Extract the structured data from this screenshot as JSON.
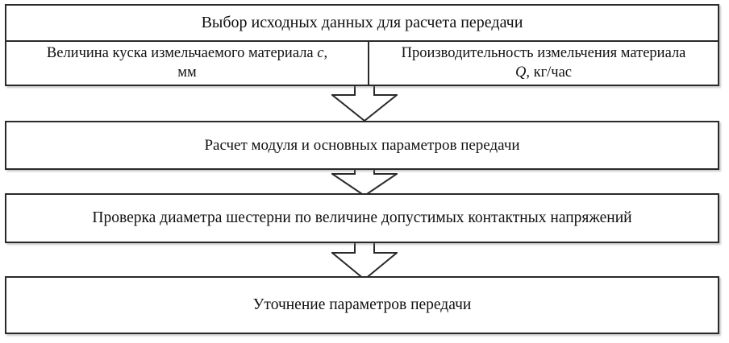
{
  "diagram": {
    "title": "Выбор исходных данных для расчета передачи",
    "top_box": {
      "header": "Выбор исходных данных для расчета передачи",
      "cells": [
        {
          "text_before": "Величина куска измельчаемого материала ",
          "symbol": "c",
          "text_after": ",\nмм",
          "full_text": "Величина куска измельчаемого материала c, мм"
        },
        {
          "text_before": "Производительность измельчения материала\n",
          "symbol": "Q",
          "text_after": ", кг/час",
          "full_text": "Производительность измельчения материала Q, кг/час"
        }
      ]
    },
    "steps": [
      {
        "label": "Расчет модуля и основных параметров передачи"
      },
      {
        "label": "Проверка диаметра шестерни по величине допустимых контактных напряжений"
      },
      {
        "label": "Уточнение параметров передачи"
      }
    ],
    "connectors": [
      {
        "name": "arrow-down-1"
      },
      {
        "name": "arrow-down-2"
      },
      {
        "name": "arrow-down-3"
      }
    ],
    "colors": {
      "border": "#2a2a2a",
      "background": "#ffffff",
      "text": "#111111",
      "shadow": "rgba(120,120,120,0.40)"
    }
  }
}
